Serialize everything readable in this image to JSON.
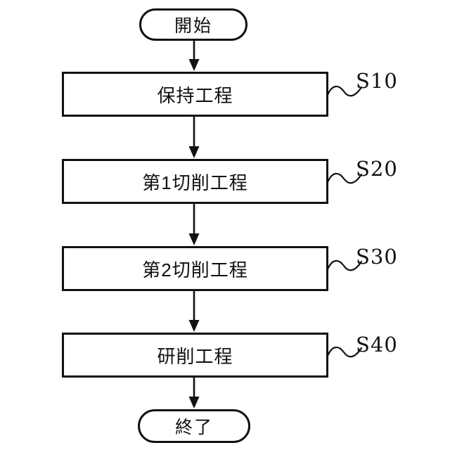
{
  "diagram": {
    "type": "flowchart",
    "background_color": "#ffffff",
    "line_color": "#111111",
    "start": {
      "label": "開始"
    },
    "end": {
      "label": "終了"
    },
    "steps": [
      {
        "label": "保持工程",
        "id": "S10"
      },
      {
        "label": "第1切削工程",
        "id": "S20"
      },
      {
        "label": "第2切削工程",
        "id": "S30"
      },
      {
        "label": "研削工程",
        "id": "S40"
      }
    ],
    "flow_order": [
      "開始",
      "S10",
      "S20",
      "S30",
      "S40",
      "終了"
    ]
  }
}
